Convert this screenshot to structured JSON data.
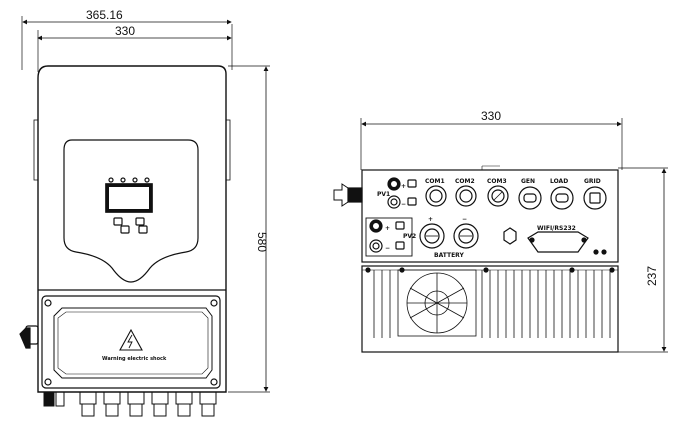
{
  "front_view": {
    "dim_outer_width": "365.16",
    "dim_width": "330",
    "dim_height": "580",
    "warning_text": "Warning electric shock"
  },
  "bottom_view": {
    "dim_width": "330",
    "dim_depth": "237",
    "ports": {
      "pv1": "PV1",
      "pv2": "PV2",
      "com1": "COM1",
      "com2": "COM2",
      "com3": "COM3",
      "gen": "GEN",
      "load": "LOAD",
      "grid": "GRID",
      "battery": "BATTERY",
      "wifi": "WIFI/RS232"
    },
    "plus_sign": "+",
    "minus_sign": "−"
  }
}
